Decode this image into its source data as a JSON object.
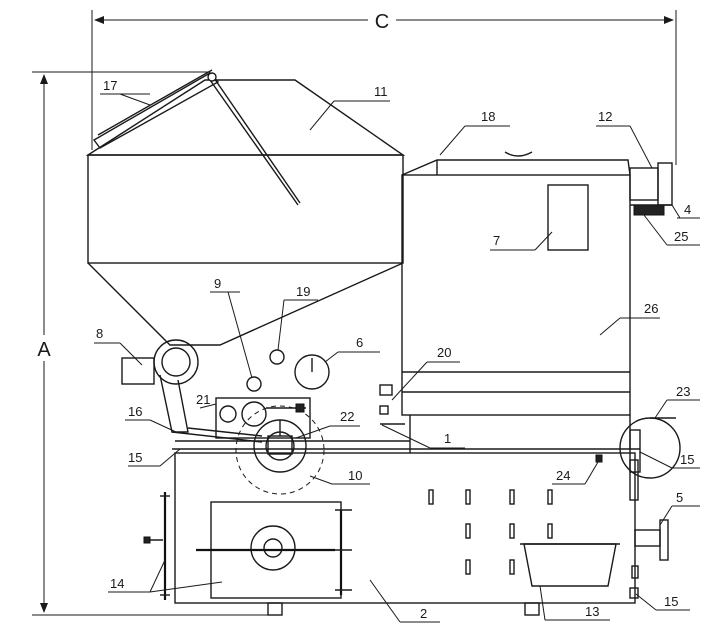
{
  "dimensions": {
    "width_label": "C",
    "height_label": "A"
  },
  "callouts": [
    {
      "id": "c1",
      "text": "1"
    },
    {
      "id": "c2",
      "text": "2"
    },
    {
      "id": "c4",
      "text": "4"
    },
    {
      "id": "c5",
      "text": "5"
    },
    {
      "id": "c6",
      "text": "6"
    },
    {
      "id": "c7",
      "text": "7"
    },
    {
      "id": "c8",
      "text": "8"
    },
    {
      "id": "c9",
      "text": "9"
    },
    {
      "id": "c10",
      "text": "10"
    },
    {
      "id": "c11",
      "text": "11"
    },
    {
      "id": "c12",
      "text": "12"
    },
    {
      "id": "c13",
      "text": "13"
    },
    {
      "id": "c14",
      "text": "14"
    },
    {
      "id": "c15a",
      "text": "15"
    },
    {
      "id": "c15b",
      "text": "15"
    },
    {
      "id": "c15c",
      "text": "15"
    },
    {
      "id": "c16",
      "text": "16"
    },
    {
      "id": "c17",
      "text": "17"
    },
    {
      "id": "c18",
      "text": "18"
    },
    {
      "id": "c19",
      "text": "19"
    },
    {
      "id": "c20",
      "text": "20"
    },
    {
      "id": "c21",
      "text": "21"
    },
    {
      "id": "c22",
      "text": "22"
    },
    {
      "id": "c23",
      "text": "23"
    },
    {
      "id": "c24",
      "text": "24"
    },
    {
      "id": "c25",
      "text": "25"
    },
    {
      "id": "c26",
      "text": "26"
    }
  ]
}
